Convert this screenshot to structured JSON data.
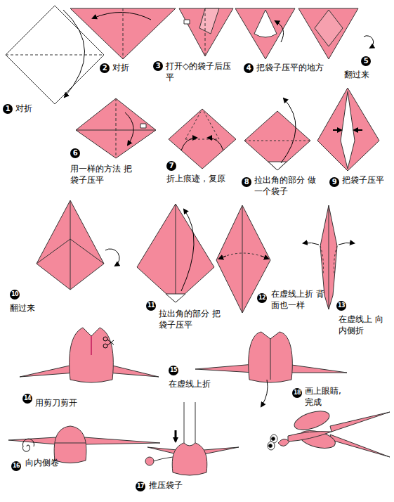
{
  "diagram": {
    "labels": [
      "1",
      "对折",
      "2",
      "对折",
      "3",
      "打开◇的袋子后压平",
      "4",
      "把袋子压平的地方",
      "5",
      "翻过来",
      "6",
      "用一样的方法 把袋子压平",
      "7",
      "折上痕迹，复原",
      "8",
      "拉出角的部分 做一个袋子",
      "9",
      "把袋子压平",
      "10",
      "翻过来",
      "11",
      "拉出角的部分 把袋子压平",
      "12",
      "在虚线上折 背面也一样",
      "13",
      "在虚线上 向内侧折",
      "14",
      "用剪刀剪开",
      "15",
      "在虚线上折",
      "16",
      "向内侧卷",
      "17",
      "推压袋子",
      "18",
      "画上眼睛, 完成"
    ]
  }
}
